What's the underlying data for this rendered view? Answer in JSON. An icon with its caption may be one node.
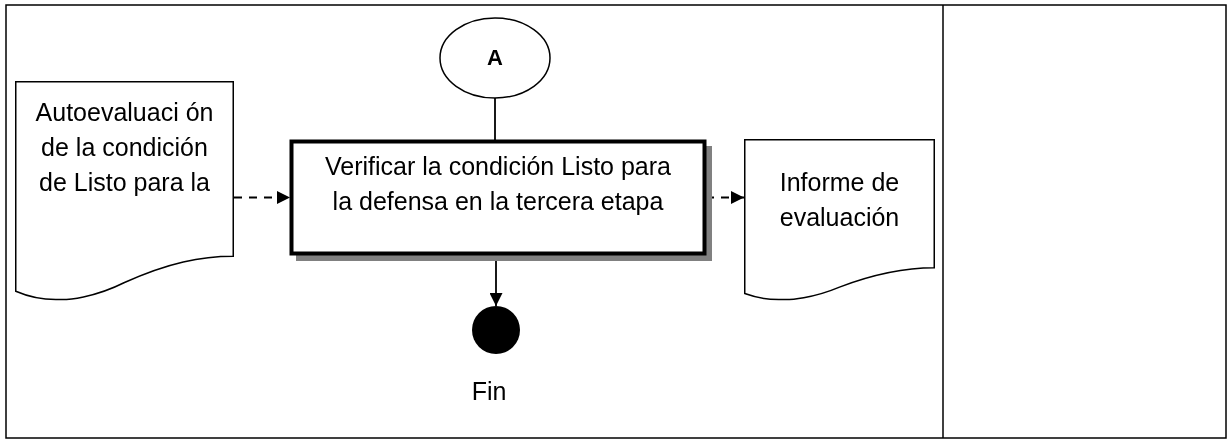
{
  "diagram": {
    "nodes": [
      {
        "text": [
          "Autoevaluaci ón de la condición de Listo para la"
        ]
      },
      {
        "text": [
          "A"
        ]
      },
      {
        "text": [
          "Verificar la condición Listo para la defensa en la tercera etapa"
        ]
      },
      {
        "text": [
          "Informe de evaluación"
        ]
      },
      {
        "text": [],
        "shape": "circle",
        "beside": [
          "Fin"
        ]
      }
    ],
    "edges": [
      {
        "from": 0,
        "to": 2,
        "arrow": "to",
        "style": "dashed"
      },
      {
        "from": 1,
        "to": 2,
        "arrow": "none"
      },
      {
        "from": 2,
        "to": 4,
        "arrow": "to"
      },
      {
        "from": 2,
        "to": 3,
        "arrow": "to",
        "style": "dashed"
      }
    ]
  }
}
